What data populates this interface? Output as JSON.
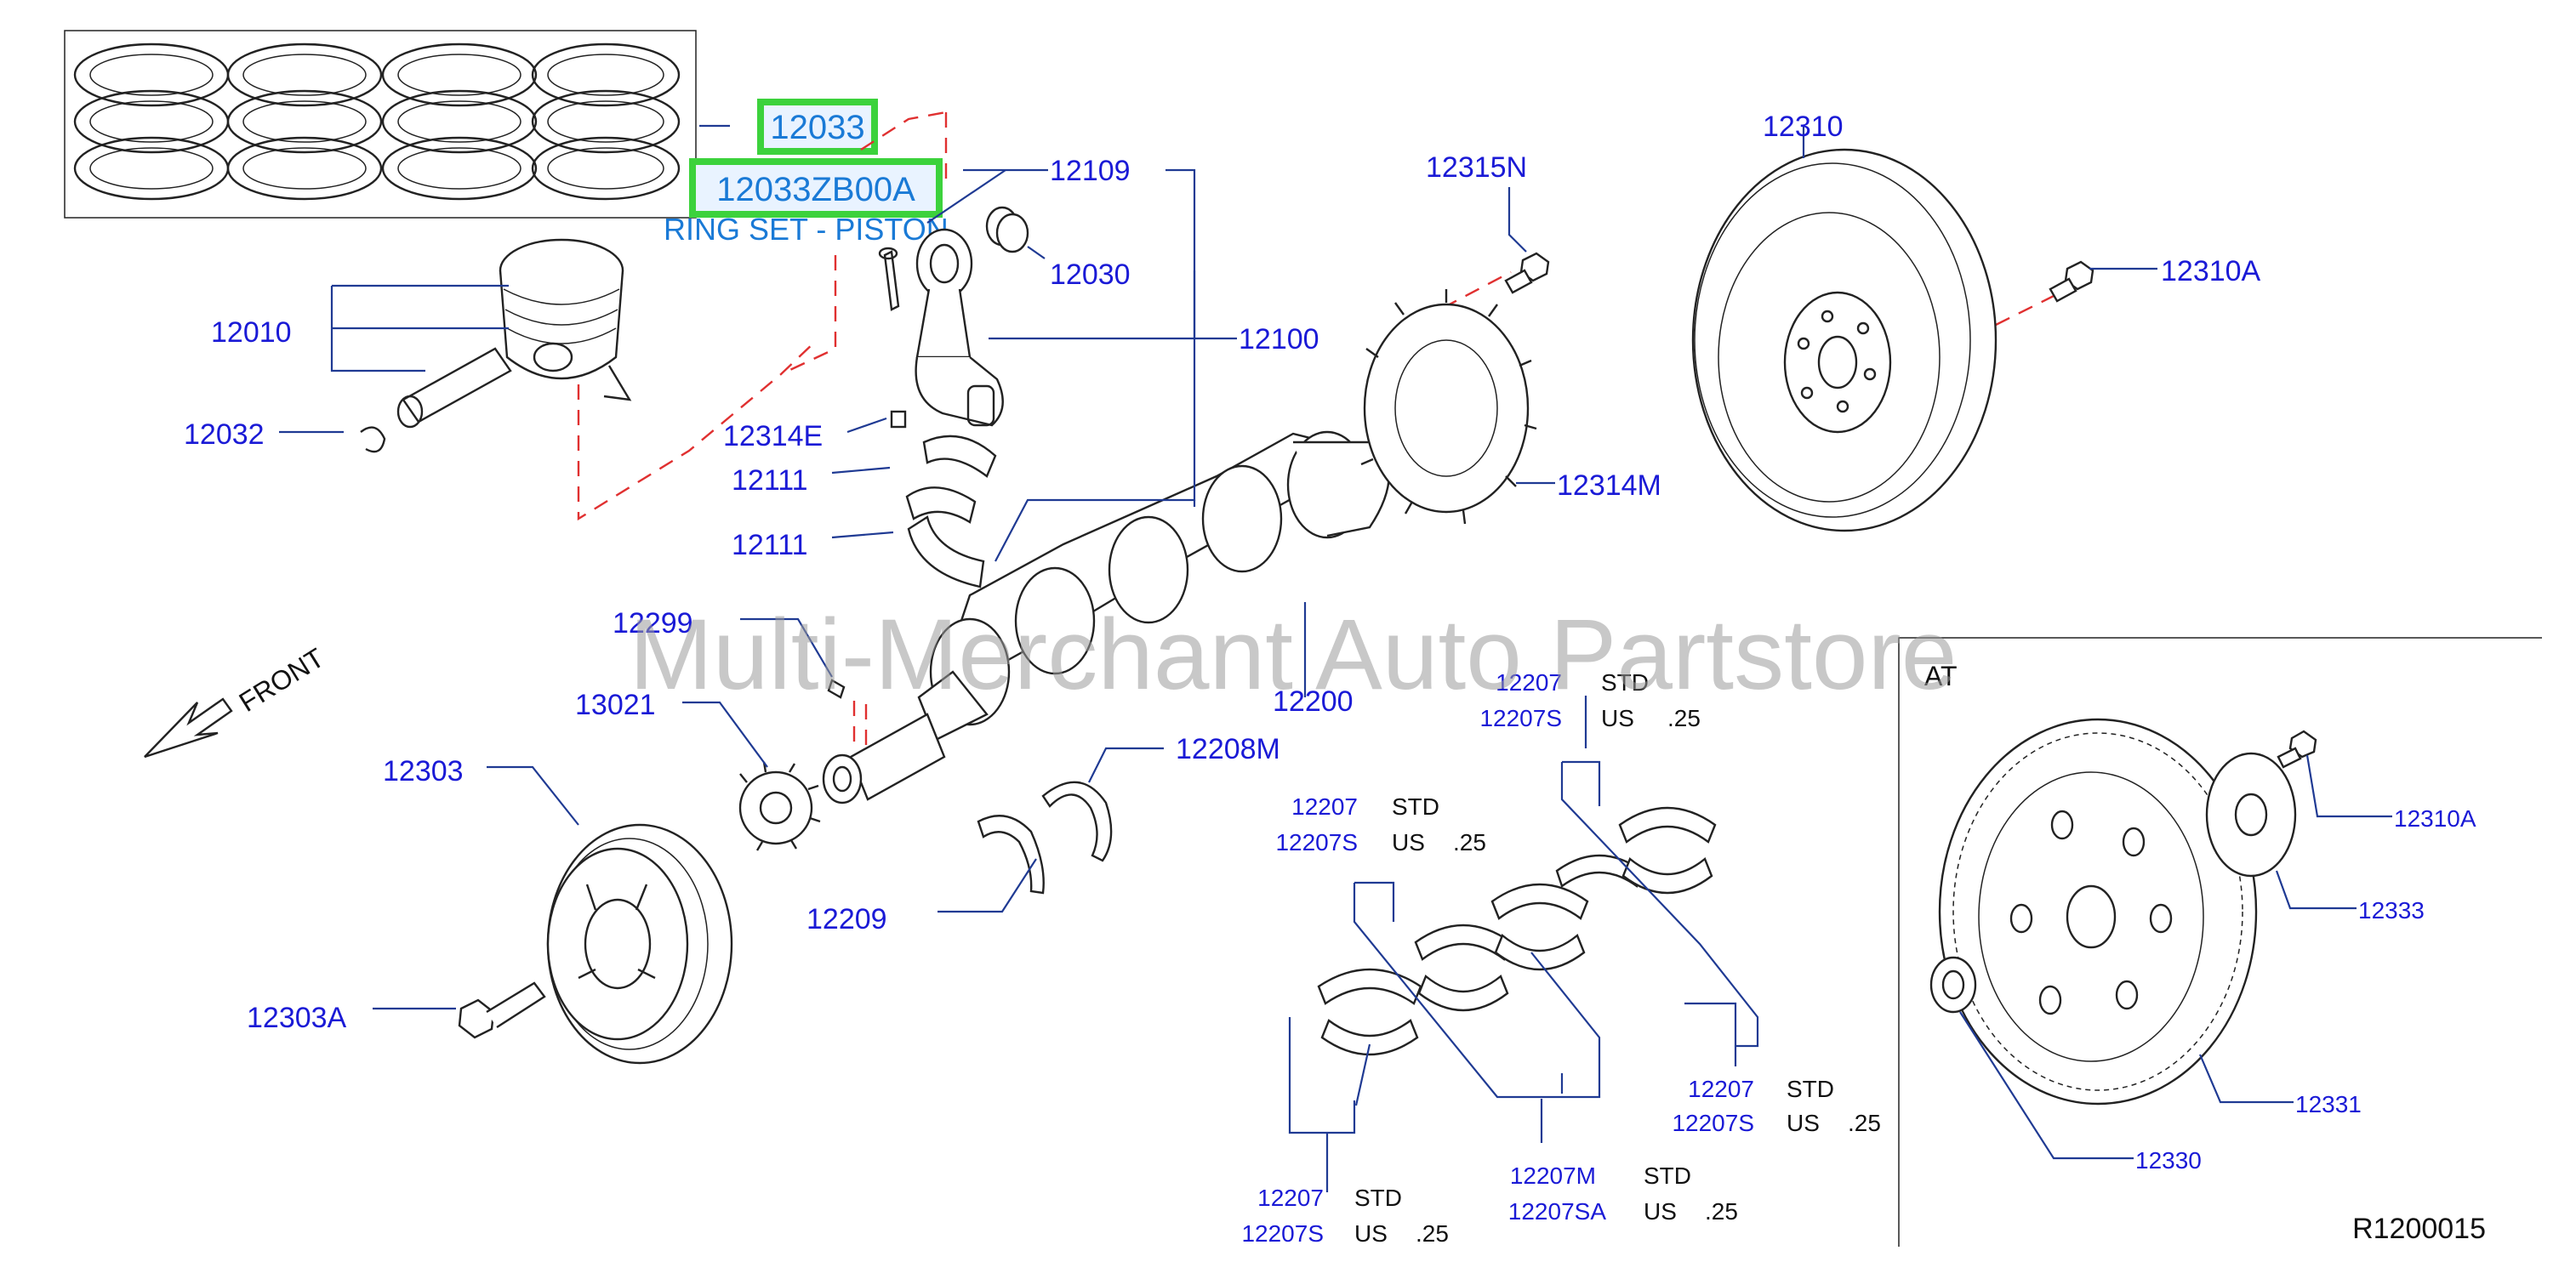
{
  "diagram": {
    "highlight": {
      "part_ref": "12033",
      "part_number": "12033ZB00A",
      "description": "RING SET - PISTON"
    },
    "labels": {
      "p12109": "12109",
      "p12030": "12030",
      "p12100": "12100",
      "p12010": "12010",
      "p12032": "12032",
      "p12314E": "12314E",
      "p12111a": "12111",
      "p12111b": "12111",
      "p12315N": "12315N",
      "p12314M": "12314M",
      "p12310": "12310",
      "p12310A": "12310A",
      "p12299": "12299",
      "p13021": "13021",
      "p12303": "12303",
      "p12200": "12200",
      "p12208M": "12208M",
      "p12209": "12209",
      "p12303A": "12303A",
      "b1_std": "12207",
      "b1_us": "12207S",
      "b2_std": "12207",
      "b2_us": "12207S",
      "b3_std": "12207",
      "b3_us": "12207S",
      "b4_std": "12207M",
      "b4_us": "12207SA",
      "b5_std": "12207",
      "b5_us": "12207S",
      "at_12310A": "12310A",
      "at_12333": "12333",
      "at_12331": "12331",
      "at_12330": "12330"
    },
    "size_std": "STD",
    "size_us": "US",
    "size_us_val": ".25",
    "front_label": "FRONT",
    "at_label": "AT",
    "reference": "R1200015",
    "watermark": "Multi-Merchant Auto Partstore"
  }
}
